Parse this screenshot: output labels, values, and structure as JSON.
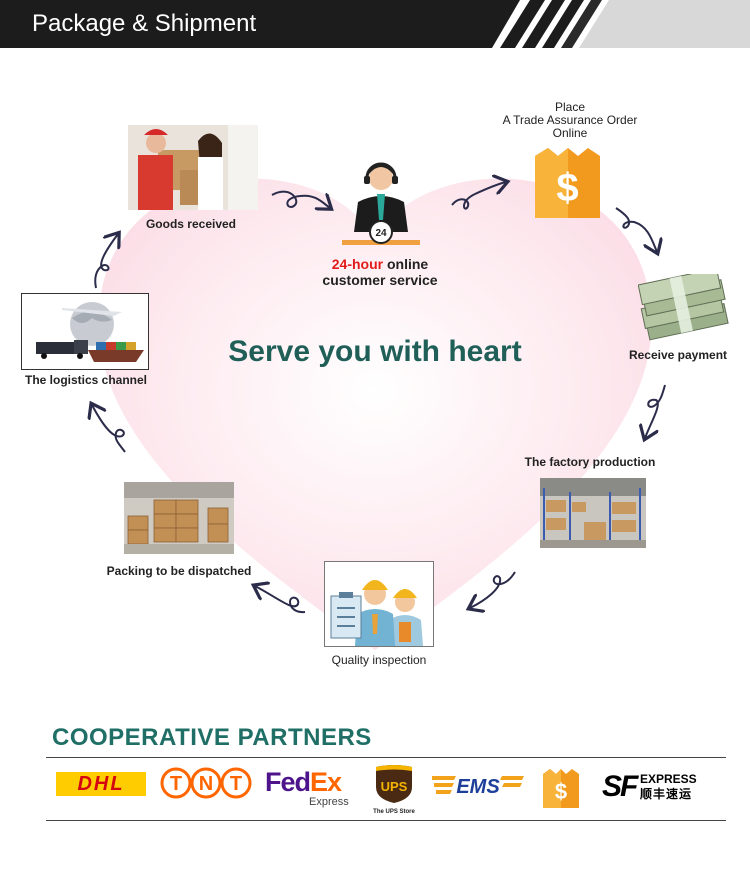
{
  "header": {
    "title": "Package & Shipment"
  },
  "slogan": "Serve you with heart",
  "steps": {
    "goods_received": "Goods received",
    "customer_service": {
      "red": "24-hour",
      "line1_rest": " online",
      "line2": "customer service",
      "badge": "24"
    },
    "place_order": {
      "line1": "Place",
      "line2": "A Trade Assurance Order",
      "line3": "Online"
    },
    "receive_payment": "Receive payment",
    "factory_production": "The factory production",
    "quality_inspection": "Quality inspection",
    "packing": "Packing to be dispatched",
    "logistics": "The logistics channel"
  },
  "partners": {
    "title": "COOPERATIVE PARTNERS",
    "dhl": "DHL",
    "tnt": [
      "T",
      "N",
      "T"
    ],
    "fedex": {
      "fed": "Fed",
      "ex": "Ex",
      "sub": "Express"
    },
    "ups": {
      "mark": "UPS",
      "sub": "The UPS Store"
    },
    "ems": "EMS",
    "sf": {
      "mark": "SF",
      "en": "EXPRESS",
      "cn": "顺丰速运"
    }
  },
  "colors": {
    "header_bg": "#1c1c1c",
    "slogan": "#1f5f58",
    "partners_title": "#1f6f66",
    "heart": "#fde8ee",
    "dhl_red": "#d40511",
    "dhl_yellow": "#ffcc00",
    "fedex_purple": "#4d148c",
    "fedex_orange": "#ff6600",
    "ems_blue": "#1d3f9a",
    "sf_black": "#000000",
    "tnt_orange": "#ff6600"
  }
}
